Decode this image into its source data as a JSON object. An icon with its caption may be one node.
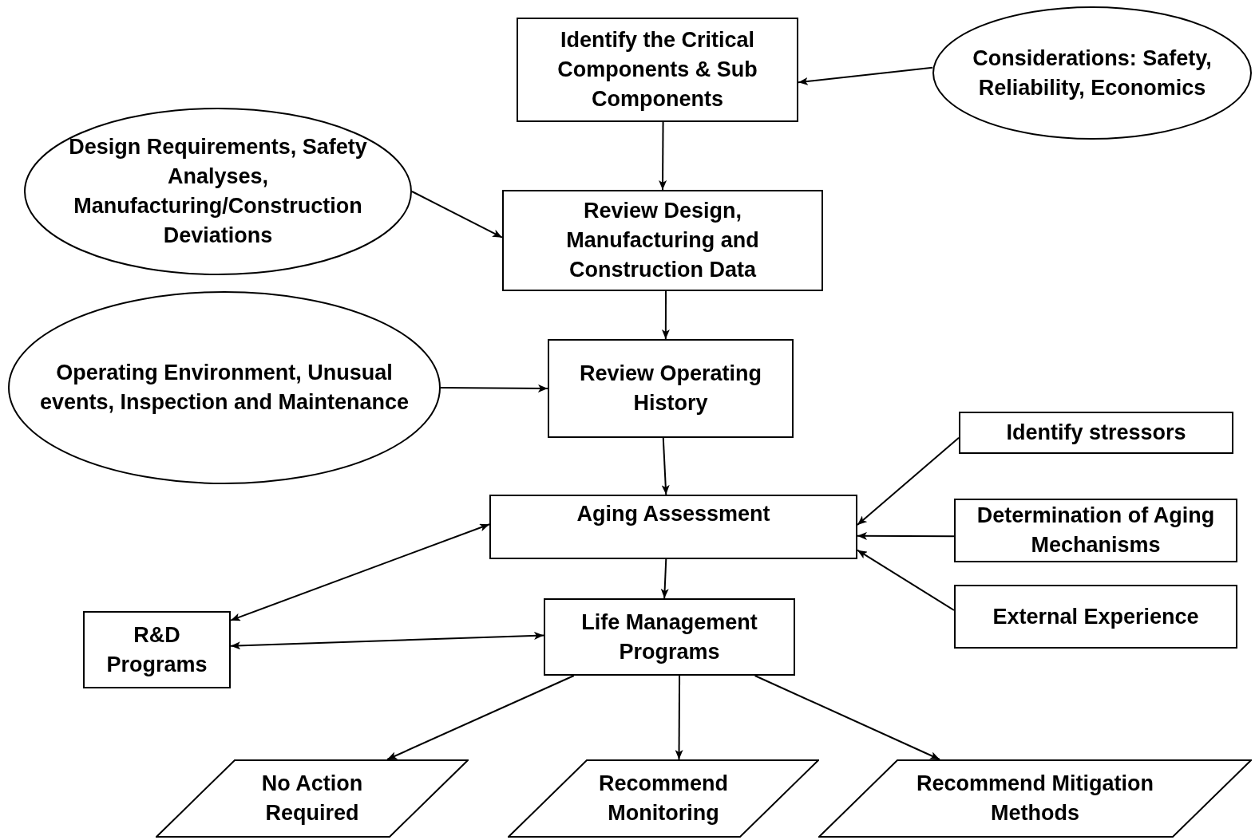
{
  "diagram": {
    "nodes": [
      {
        "text": [
          "Identify the Critical Components & Sub Components"
        ]
      },
      {
        "text": [
          "Considerations: Safety, Reliability, Economics"
        ]
      },
      {
        "text": [
          "Design Requirements, Safety Analyses, Manufacturing/Construction Deviations"
        ]
      },
      {
        "text": [
          "Review Design, Manufacturing and Construction Data"
        ]
      },
      {
        "text": [
          "Operating Environment, Unusual events, Inspection and Maintenance"
        ]
      },
      {
        "text": [
          "Review Operating History"
        ]
      },
      {
        "text": [
          "Identify stressors"
        ]
      },
      {
        "text": [
          "Aging Assessment"
        ]
      },
      {
        "text": [
          "Determination of Aging Mechanisms"
        ]
      },
      {
        "text": [
          "External Experience"
        ]
      },
      {
        "text": [
          "R&D Programs"
        ]
      },
      {
        "text": [
          "Life Management Programs"
        ]
      },
      {
        "text": [
          "No Action Required"
        ]
      },
      {
        "text": [
          "Recommend Monitoring"
        ]
      },
      {
        "text": [
          "Recommend Mitigation Methods"
        ]
      }
    ],
    "edges": [
      {
        "from": 1,
        "to": 0,
        "arrow": "to"
      },
      {
        "from": 0,
        "to": 3,
        "arrow": "to"
      },
      {
        "from": 2,
        "to": 3,
        "arrow": "to"
      },
      {
        "from": 3,
        "to": 5,
        "arrow": "to"
      },
      {
        "from": 4,
        "to": 5,
        "arrow": "to"
      },
      {
        "from": 5,
        "to": 7,
        "arrow": "to"
      },
      {
        "from": 6,
        "to": 7,
        "arrow": "to"
      },
      {
        "from": 8,
        "to": 7,
        "arrow": "to"
      },
      {
        "from": 9,
        "to": 7,
        "arrow": "to"
      },
      {
        "from": 7,
        "to": 11,
        "arrow": "to"
      },
      {
        "from": 7,
        "to": 10,
        "arrow": "both"
      },
      {
        "from": 10,
        "to": 11,
        "arrow": "both"
      },
      {
        "from": 11,
        "to": 12,
        "arrow": "to"
      },
      {
        "from": 11,
        "to": 13,
        "arrow": "to"
      },
      {
        "from": 11,
        "to": 14,
        "arrow": "to"
      }
    ]
  }
}
